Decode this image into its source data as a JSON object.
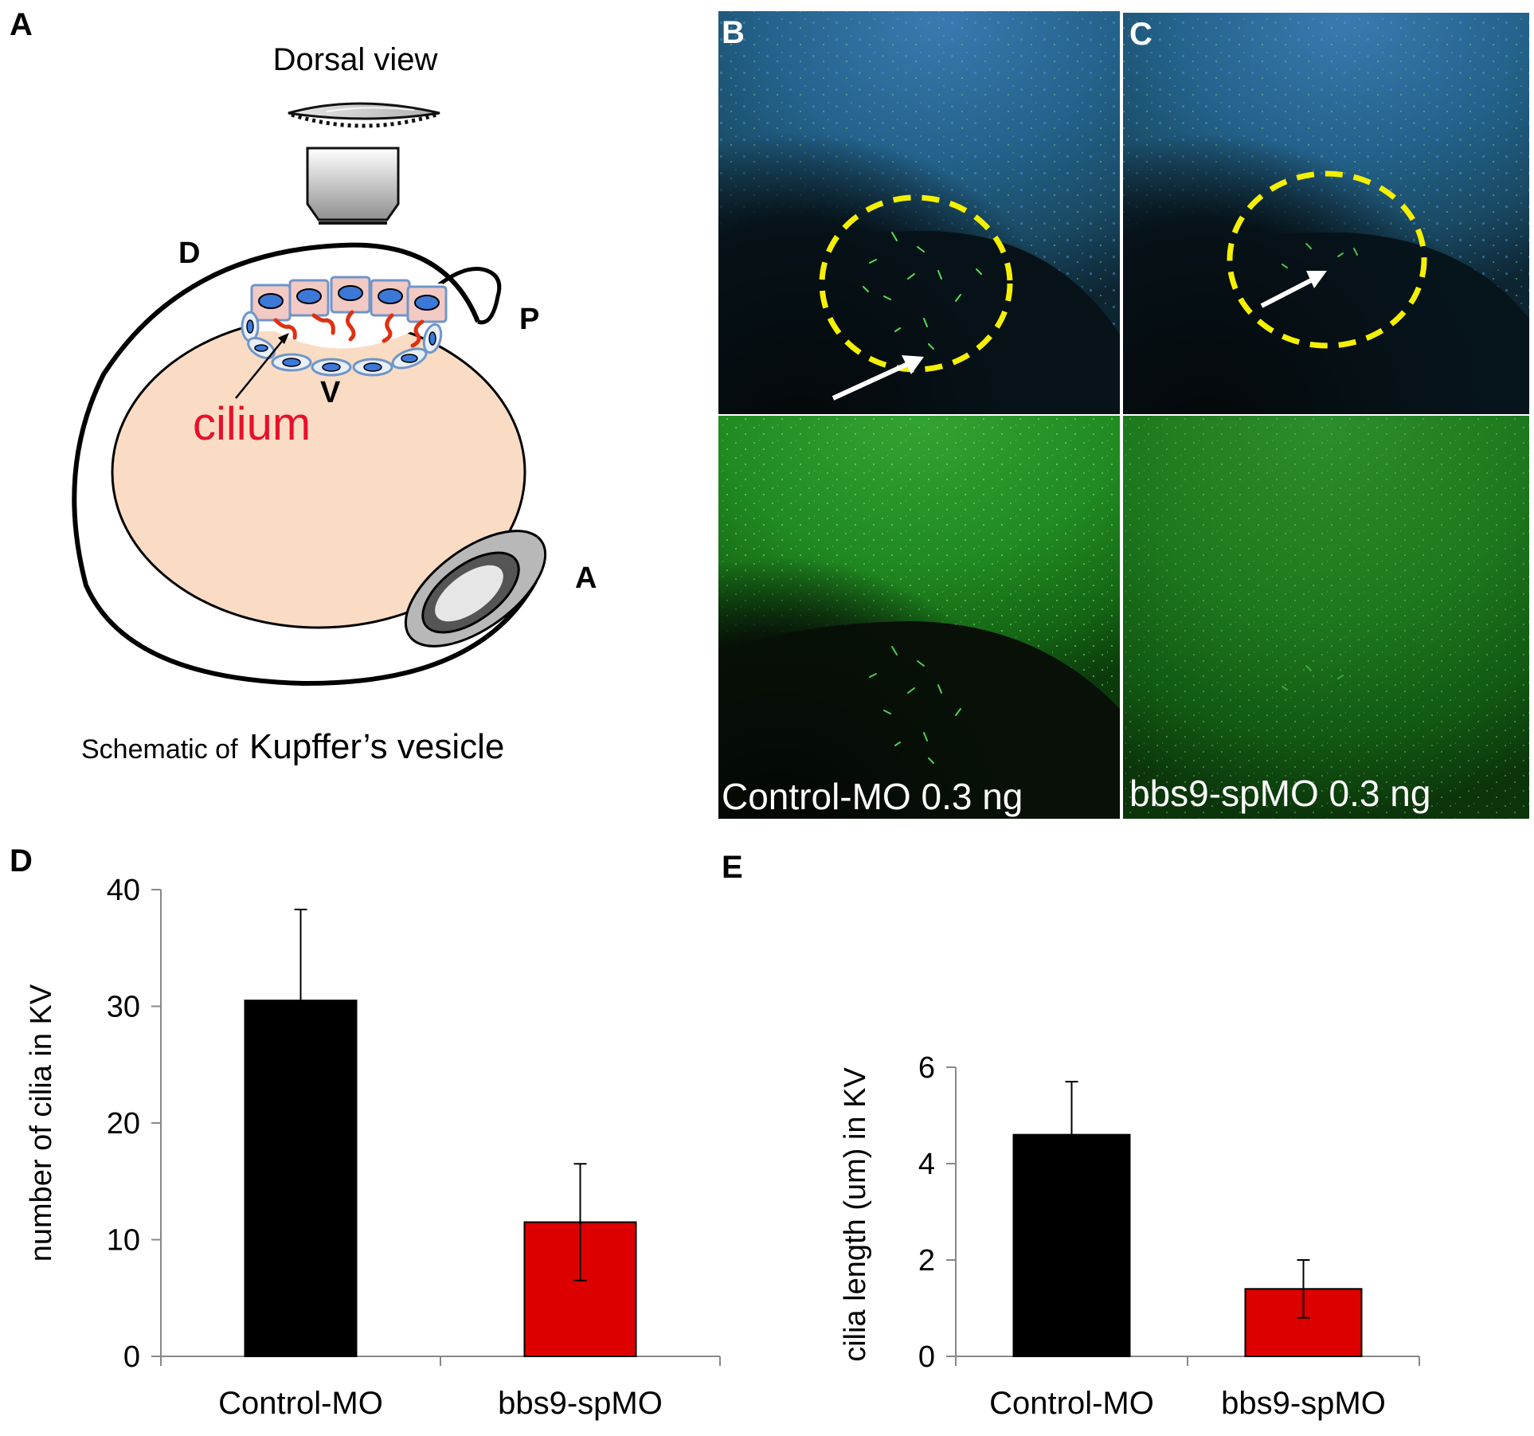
{
  "panels": {
    "A": {
      "letter": "A",
      "title": "Dorsal view",
      "labels": {
        "dorsal": "D",
        "posterior": "P",
        "ventral": "V",
        "anterior": "A",
        "cilium": "cilium"
      },
      "caption_small": "Schematic of",
      "caption_large": "Kupffer’s vesicle",
      "colors": {
        "yolk": "#fadcc4",
        "cell": "#f3c9c4",
        "nucleus": "#3c78d8",
        "cilia": "#e03010",
        "cilium_text": "#e8102a"
      }
    },
    "B": {
      "letter": "B",
      "caption": "Control-MO 0.3 ng"
    },
    "C": {
      "letter": "C",
      "caption": "bbs9-spMO 0.3 ng"
    },
    "D": {
      "letter": "D"
    },
    "E": {
      "letter": "E"
    }
  },
  "chart_data": [
    {
      "type": "bar",
      "panel": "D",
      "categories": [
        "Control-MO",
        "bbs9-spMO"
      ],
      "values": [
        30.5,
        11.5
      ],
      "errors": [
        7.8,
        5.0
      ],
      "colors": [
        "#000000",
        "#dd0000"
      ],
      "ylabel": "number of cilia in KV",
      "ylim": [
        0,
        40
      ],
      "yticks": [
        0,
        10,
        20,
        30,
        40
      ]
    },
    {
      "type": "bar",
      "panel": "E",
      "categories": [
        "Control-MO",
        "bbs9-spMO"
      ],
      "values": [
        4.6,
        1.4
      ],
      "errors": [
        1.1,
        0.6
      ],
      "colors": [
        "#000000",
        "#dd0000"
      ],
      "ylabel": "cilia length (um) in KV",
      "ylim": [
        0,
        6
      ],
      "yticks": [
        0,
        2,
        4,
        6
      ]
    }
  ]
}
